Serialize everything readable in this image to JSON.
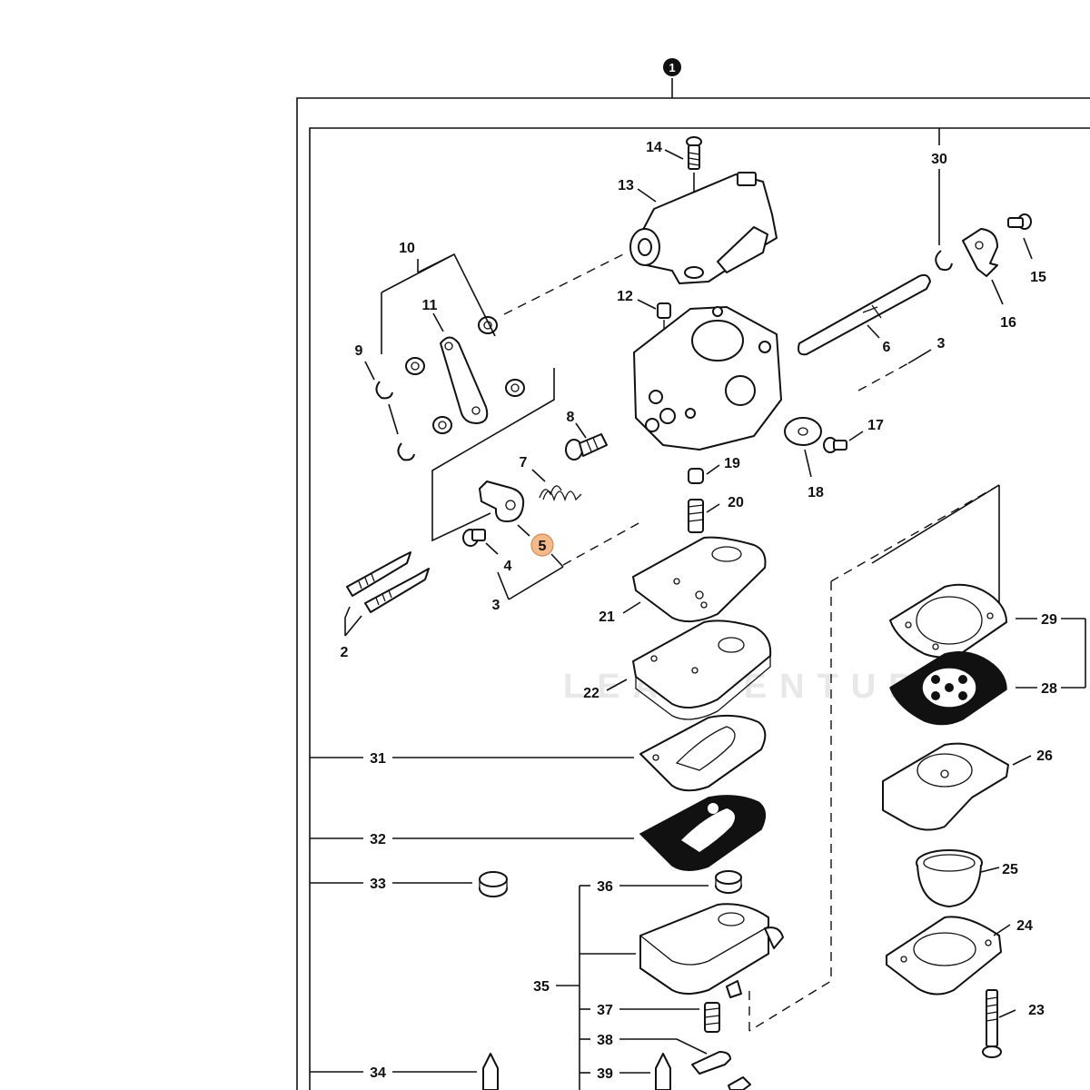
{
  "assembly_marker": "1",
  "highlight_color": "#f5b98a",
  "watermark": "LEADVENTURE",
  "labels": {
    "l2": "2",
    "l3a": "3",
    "l3b": "3",
    "l4": "4",
    "l5": "5",
    "l6": "6",
    "l7": "7",
    "l8": "8",
    "l9": "9",
    "l10": "10",
    "l11": "11",
    "l12": "12",
    "l13": "13",
    "l14": "14",
    "l15": "15",
    "l16": "16",
    "l17": "17",
    "l18": "18",
    "l19": "19",
    "l20": "20",
    "l21": "21",
    "l22": "22",
    "l23": "23",
    "l24": "24",
    "l25": "25",
    "l26": "26",
    "l28": "28",
    "l29": "29",
    "l30": "30",
    "l31": "31",
    "l32": "32",
    "l33": "33",
    "l34": "34",
    "l35": "35",
    "l36": "36",
    "l37": "37",
    "l38": "38",
    "l39": "39"
  }
}
